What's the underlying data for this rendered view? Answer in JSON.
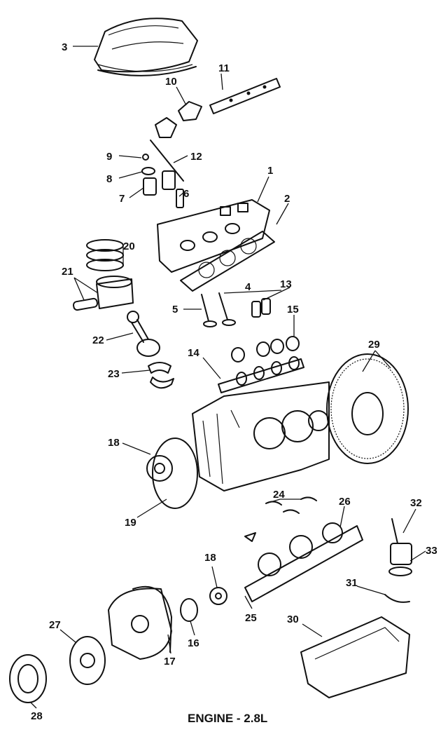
{
  "title": "ENGINE - 2.8L",
  "callouts": {
    "n1": "1",
    "n2": "2",
    "n3": "3",
    "n4": "4",
    "n5": "5",
    "n6": "6",
    "n7": "7",
    "n8": "8",
    "n9": "9",
    "n10": "10",
    "n11": "11",
    "n12": "12",
    "n13": "13",
    "n14": "14",
    "n15": "15",
    "n16": "16",
    "n17": "17",
    "n18a": "18",
    "n18b": "18",
    "n19": "19",
    "n20": "20",
    "n21": "21",
    "n22": "22",
    "n23": "23",
    "n24": "24",
    "n25": "25",
    "n26": "26",
    "n27": "27",
    "n28": "28",
    "n29": "29",
    "n30": "30",
    "n31": "31",
    "n32": "32",
    "n33": "33"
  }
}
